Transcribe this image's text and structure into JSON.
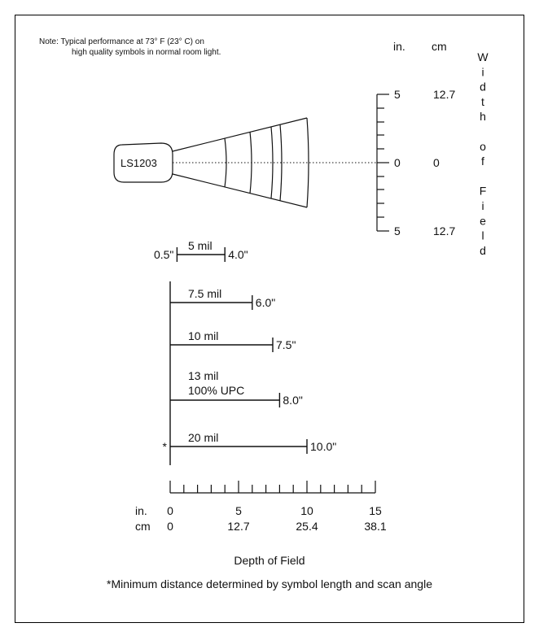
{
  "note": {
    "line1": "Note:  Typical performance at 73° F (23° C) on",
    "line2": "high quality symbols in normal room light."
  },
  "width_scale": {
    "unit_in": "in.",
    "unit_cm": "cm",
    "ticks": [
      {
        "in": "5",
        "cm": "12.7"
      },
      {
        "in": "0",
        "cm": "0"
      },
      {
        "in": "5",
        "cm": "12.7"
      }
    ],
    "title_letters": [
      "W",
      "i",
      "d",
      "t",
      "h",
      "",
      "o",
      "f",
      "",
      "F",
      "i",
      "e",
      "l",
      "d"
    ]
  },
  "scanner": {
    "label": "LS1203"
  },
  "ranges": [
    {
      "label": "5 mil",
      "label2": "",
      "near": "0.5\"",
      "far": "4.0\"",
      "near_in": 0.5,
      "far_in": 4.0
    },
    {
      "label": "7.5 mil",
      "label2": "",
      "near": "",
      "far": "6.0\"",
      "near_in": 0,
      "far_in": 6.0
    },
    {
      "label": "10 mil",
      "label2": "",
      "near": "",
      "far": "7.5\"",
      "near_in": 0,
      "far_in": 7.5
    },
    {
      "label": "13 mil",
      "label2": "100% UPC",
      "near": "",
      "far": "8.0\"",
      "near_in": 0,
      "far_in": 8.0
    },
    {
      "label": "20 mil",
      "label2": "",
      "near": "*",
      "far": "10.0\"",
      "near_in": 0,
      "far_in": 10.0
    }
  ],
  "depth_axis": {
    "unit_in": "in.",
    "unit_cm": "cm",
    "ticks_in": [
      "0",
      "5",
      "10",
      "15"
    ],
    "ticks_cm": [
      "0",
      "12.7",
      "25.4",
      "38.1"
    ],
    "title": "Depth of Field"
  },
  "footnote": "*Minimum distance determined by symbol length and scan angle"
}
